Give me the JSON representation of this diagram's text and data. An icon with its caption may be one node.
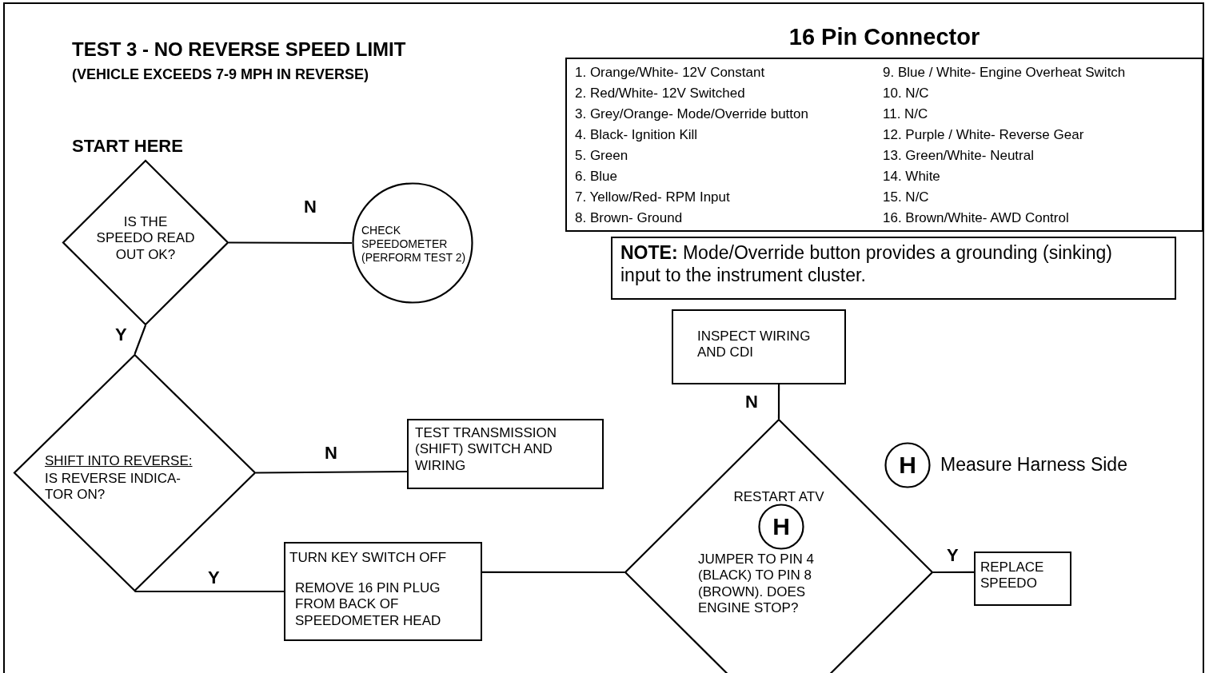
{
  "diagram": {
    "title": "TEST 3 - NO REVERSE SPEED LIMIT",
    "nodes": [
      {
        "text": [
          "IS THE SPEEDO READ OUT OK?"
        ]
      },
      {
        "text": [
          "CHECK SPEEDOMETER (PERFORM TEST 2)"
        ]
      },
      {
        "text": [
          "SHIFT INTO REVERSE:",
          "IS REVERSE INDICA- TOR ON?"
        ]
      },
      {
        "text": [
          "TEST TRANSMISSION (SHIFT) SWITCH AND WIRING"
        ]
      },
      {
        "text": [
          "TURN KEY SWITCH OFF",
          "REMOVE 16 PIN PLUG FROM BACK OF SPEEDOMETER HEAD"
        ]
      },
      {
        "text": [
          "RESTART ATV",
          "JUMPER TO PIN 4 (BLACK) TO PIN 8 (BROWN). DOES ENGINE STOP?"
        ]
      },
      {
        "text": [
          "H"
        ],
        "in": 5
      },
      {
        "text": [
          "REPLACE SPEEDO"
        ]
      },
      {
        "text": [
          "INSPECT WIRING AND CDI"
        ]
      },
      {
        "text": [
          "H"
        ],
        "beside": [
          "Measure Harness Side"
        ]
      },
      {
        "text": [
          "16 Pin Connector",
          "1. Orange/White- 12V Constant",
          "2. Red/White- 12V Switched",
          "3. Grey/Orange- Mode/Override button",
          "4. Black- Ignition Kill",
          "5. Green",
          "6. Blue",
          "7. Yellow/Red- RPM Input",
          "8. Brown- Ground",
          "9. Blue / White- Engine Overheat Switch",
          "10. N/C",
          "11. N/C",
          "12. Purple / White- Reverse Gear",
          "13. Green/White- Neutral",
          "14. White",
          "15. N/C",
          "16. Brown/White- AWD Control"
        ]
      },
      {
        "text": [
          "**NOTE:** Mode/Override button provides a grounding (sinking) input to the instrument cluster."
        ]
      }
    ],
    "edges": [
      {
        "from": 0,
        "to": 1,
        "arrow": "none",
        "label": "N"
      },
      {
        "from": 0,
        "to": 2,
        "arrow": "none",
        "label": "Y"
      },
      {
        "from": 2,
        "to": 3,
        "arrow": "none",
        "label": "N"
      },
      {
        "from": 2,
        "to": 4,
        "arrow": "none",
        "label": "Y"
      },
      {
        "from": 4,
        "to": 5,
        "arrow": "none"
      },
      {
        "from": 5,
        "to": 8,
        "arrow": "none",
        "label": "N"
      },
      {
        "from": 5,
        "to": 7,
        "arrow": "none",
        "label": "Y"
      }
    ],
    "labels": [
      "(VEHICLE EXCEEDS 7-9 MPH IN REVERSE)",
      "START HERE"
    ]
  }
}
